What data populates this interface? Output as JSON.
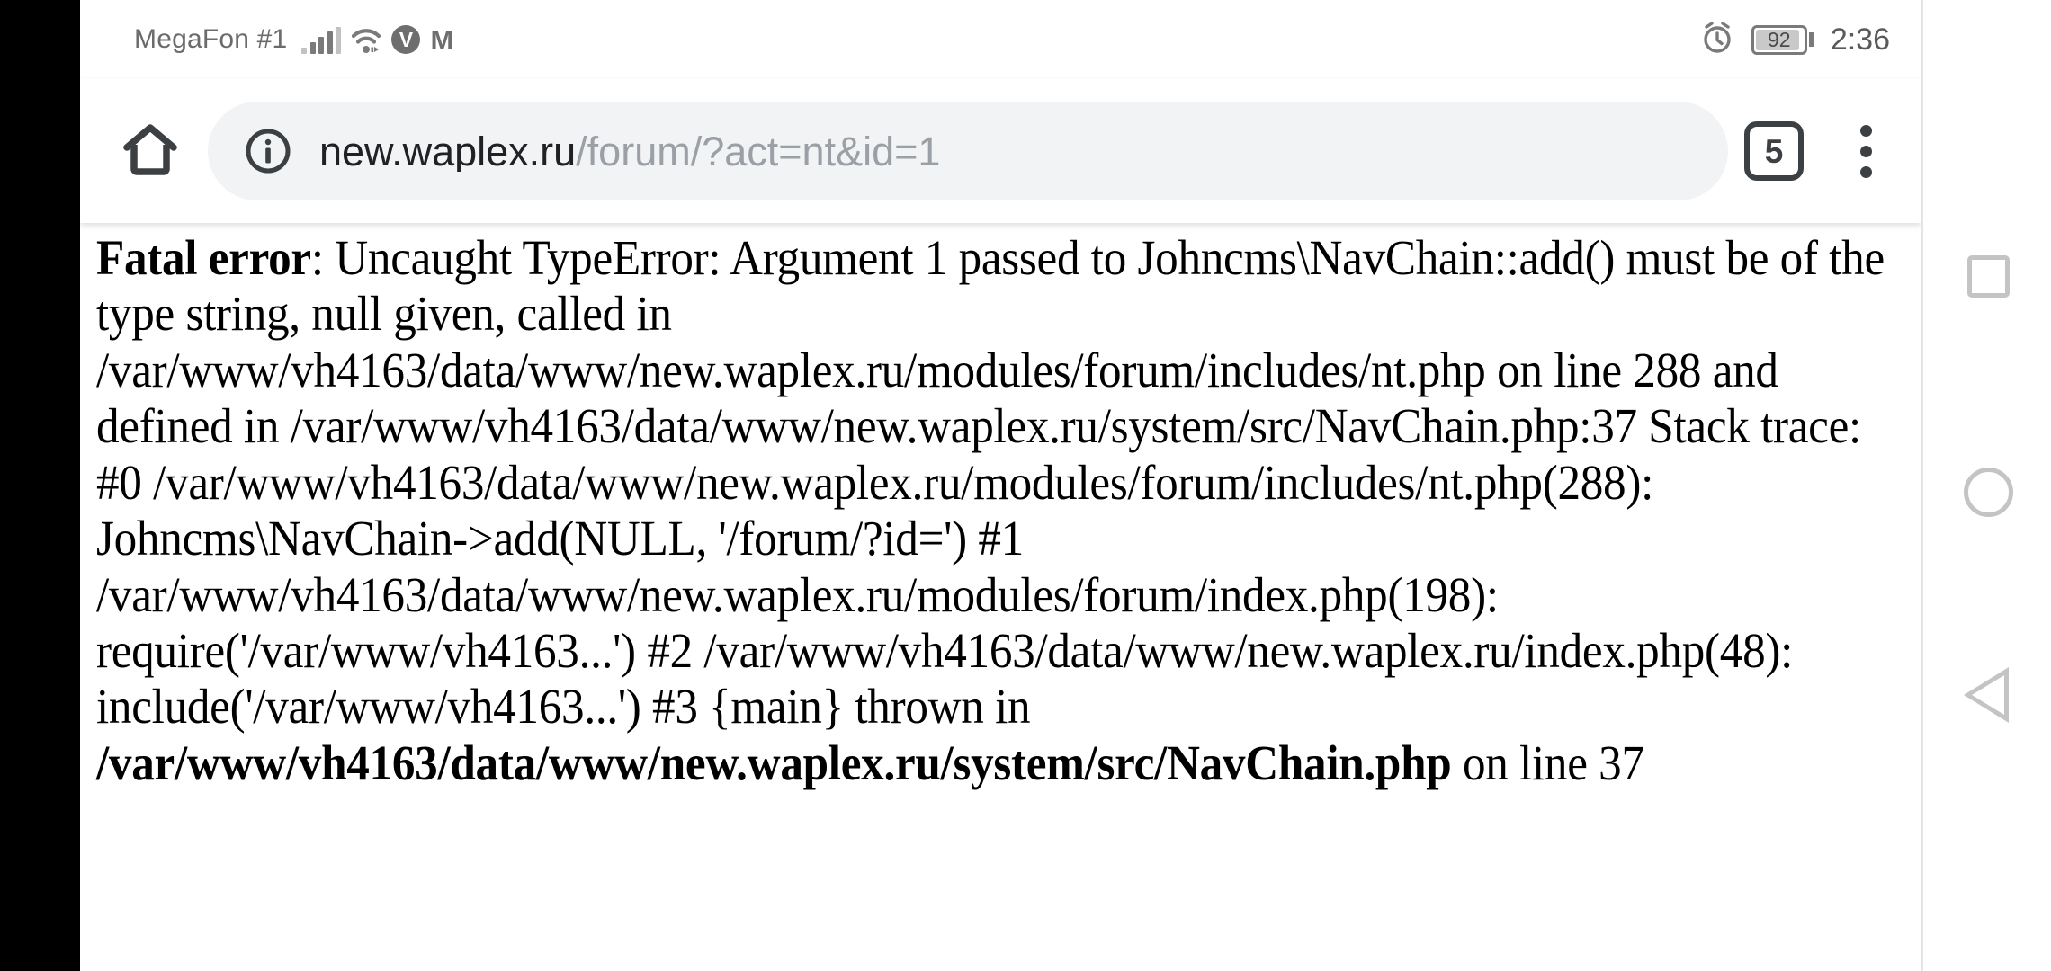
{
  "status_bar": {
    "carrier": "MegaFon #1",
    "icons": [
      "signal-bars-icon",
      "wifi-icon",
      "vpn-v-icon",
      "m-glyph-icon",
      "alarm-clock-icon"
    ],
    "battery_percent": "92",
    "battery_level": 92,
    "time": "2:36"
  },
  "toolbar": {
    "home_icon": "home-icon",
    "security_icon": "info-circle-icon",
    "url_host": "new.waplex.ru",
    "url_path": "/forum/?act=nt&id=1",
    "url_full": "new.waplex.ru/forum/?act=nt&id=1",
    "tab_count": "5",
    "menu_icon": "overflow-menu-icon"
  },
  "page": {
    "error_label": "Fatal error",
    "error_separator": ": ",
    "error_message": "Uncaught TypeError: Argument 1 passed to Johncms\\NavChain::add() must be of the type string, null given, called in /var/www/vh4163/data/www/new.waplex.ru/modules/forum/includes/nt.php on line 288 and defined in /var/www/vh4163/data/www/new.waplex.ru/system/src/NavChain.php:37 Stack trace: #0 /var/www/vh4163/data/www/new.waplex.ru/modules/forum/includes/nt.php(288): Johncms\\NavChain->add(NULL, '/forum/?id=') #1 /var/www/vh4163/data/www/new.waplex.ru/modules/forum/index.php(198): require('/var/www/vh4163...') #2 /var/www/vh4163/data/www/new.waplex.ru/index.php(48): include('/var/www/vh4163...') #3 {main} thrown in ",
    "error_file_bold": "/var/www/vh4163/data/www/new.waplex.ru/system/src/NavChain.php",
    "error_line_suffix": " on line 37"
  },
  "nav_bar": {
    "recent_icon": "square-recent-apps-icon",
    "home_icon": "circle-home-icon",
    "back_icon": "triangle-back-icon"
  },
  "colors": {
    "bezel": "#000000",
    "page_bg": "#ffffff",
    "urlbar_bg": "#f1f3f4",
    "url_host_text": "#202124",
    "url_path_text": "#9aa0a6",
    "toolbar_icon": "#3c4043",
    "status_text": "#6b6b6b",
    "nav_icon": "#c4c4c4"
  }
}
